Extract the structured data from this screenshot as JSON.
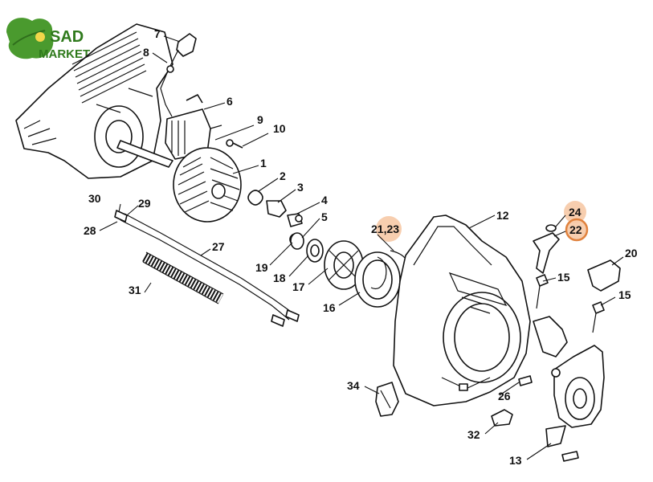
{
  "logo": {
    "line1": "SAD",
    "line2": "MARKET"
  },
  "colors": {
    "highlight": "#f6c9a6",
    "highlight_ring": "#e0823e",
    "logo_green": "#4a9a2e",
    "ink": "#111111"
  },
  "parts": [
    {
      "label": "7"
    },
    {
      "label": "8"
    },
    {
      "label": "6"
    },
    {
      "label": "9"
    },
    {
      "label": "10"
    },
    {
      "label": "1"
    },
    {
      "label": "2"
    },
    {
      "label": "3"
    },
    {
      "label": "4"
    },
    {
      "label": "5"
    },
    {
      "label": "30"
    },
    {
      "label": "29"
    },
    {
      "label": "28"
    },
    {
      "label": "27"
    },
    {
      "label": "31"
    },
    {
      "label": "19"
    },
    {
      "label": "18"
    },
    {
      "label": "17"
    },
    {
      "label": "16"
    },
    {
      "label": "21,23"
    },
    {
      "label": "12"
    },
    {
      "label": "24"
    },
    {
      "label": "22"
    },
    {
      "label": "20"
    },
    {
      "label": "15"
    },
    {
      "label": "15"
    },
    {
      "label": "34"
    },
    {
      "label": "26"
    },
    {
      "label": "32"
    },
    {
      "label": "13"
    }
  ]
}
